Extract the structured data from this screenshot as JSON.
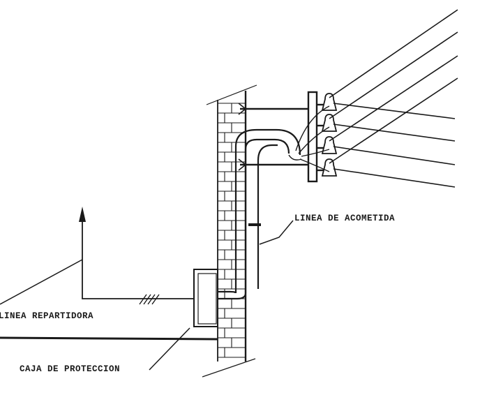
{
  "diagram": {
    "labels": {
      "acometida": "LINEA DE ACOMETIDA",
      "repartidora": "LINEA REPARTIDORA",
      "caja": "CAJA DE PROTECCION"
    },
    "colors": {
      "ink": "#1a1a1a",
      "paper": "#ffffff"
    }
  }
}
